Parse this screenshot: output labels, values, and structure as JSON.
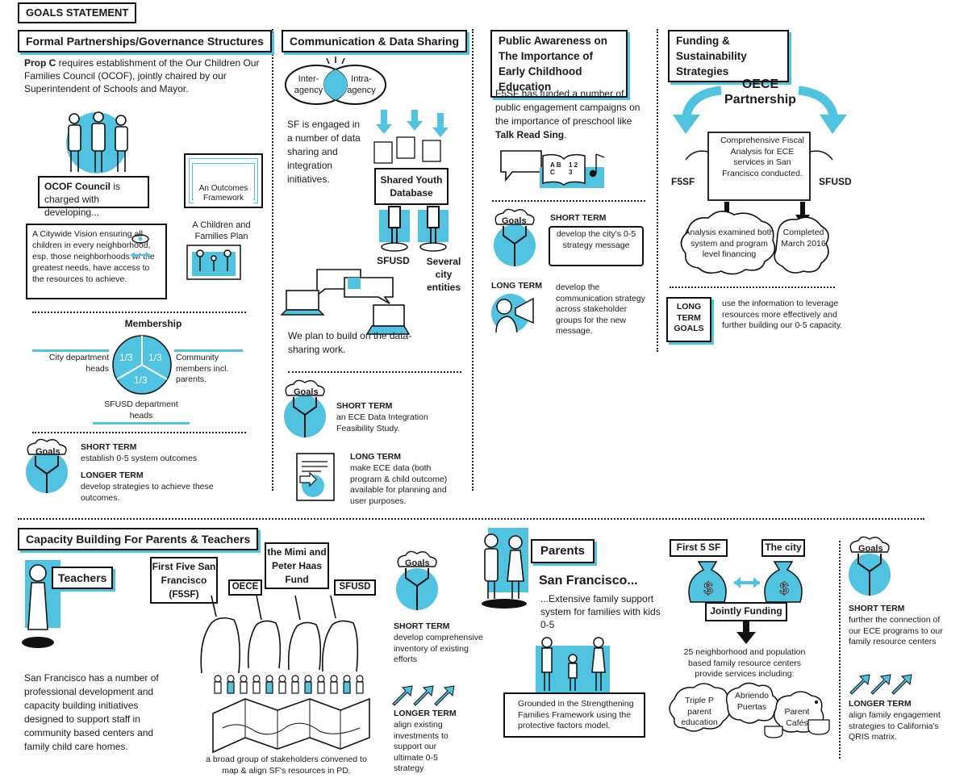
{
  "goals_statement": "GOALS STATEMENT",
  "formal": {
    "title": "Formal Partnerships/Governance Structures",
    "intro_bold": "Prop C",
    "intro_rest": " requires establishment of the Our Children Our Families Council (OCOF), jointly chaired by our Superintendent of Schools and Mayor.",
    "council_bold": "OCOF Council",
    "council_rest": " is charged with developing...",
    "outcomes_framework": "An Outcomes Framework",
    "children_plan": "A Children and Families Plan",
    "vision": "A Citywide Vision ensuring all children in every neighborhood, esp. those neighborhoods w/ the greatest needs, have access to the resources to achieve.",
    "membership": "Membership",
    "city_dept_heads": "City department heads",
    "community_members": "Community members incl. parents.",
    "sfusd_dept_heads": "SFUSD department heads",
    "pie_label": "1/3",
    "goals_label": "Goals",
    "short_term_label": "SHORT TERM",
    "short_term": "establish 0-5 system outcomes",
    "longer_term_label": "LONGER TERM",
    "longer_term": "develop strategies to achieve these outcomes."
  },
  "comm": {
    "title": "Communication & Data Sharing",
    "inter": "Inter-agency",
    "intra": "Intra-agency",
    "engaged": "SF is engaged in a number of data sharing and integration initiatives.",
    "shared_db": "Shared Youth Database",
    "sfusd": "SFUSD",
    "city_entities": "Several city entities",
    "plan": "We plan to build on the data-sharing work.",
    "goals_label": "Goals",
    "short_term_label": "SHORT TERM",
    "short_term": "an ECE Data Integration Feasibility Study.",
    "long_term_label": "LONG TERM",
    "long_term": "make ECE data (both program & child outcome) available for planning and user purposes."
  },
  "public": {
    "title": "Public Awareness on The Importance of Early Childhood Education",
    "text_pre": "F5SF has funded a number of public engagement campaigns on the importance of preschool like ",
    "text_bold": "Talk Read Sing",
    "text_post": ".",
    "book_abc": "A B C",
    "book_123": "1 2 3",
    "goals_label": "Goals",
    "short_term_label": "SHORT TERM",
    "short_term": "develop the city's 0-5 strategy message",
    "long_term_label": "LONG TERM",
    "long_term": "develop the communication strategy across stakeholder groups for the new message."
  },
  "funding": {
    "title": "Funding & Sustainability Strategies",
    "oece": "OECE Partnership",
    "f5sf": "F5SF",
    "sfusd": "SFUSD",
    "scroll": "Comprehensive Fiscal Analysis for ECE services in San Francisco conducted.",
    "cloud1": "Analysis examined both system and program level financing",
    "cloud2": "Completed March 2016",
    "long_term_goals": "LONG TERM GOALS",
    "long_term": "use the information to leverage resources more effectively and further building our 0-5 capacity."
  },
  "capacity": {
    "title": "Capacity Building For Parents & Teachers",
    "teachers": "Teachers",
    "teachers_text": "San Francisco has a number of professional development and capacity building initiatives designed to support staff in community based centers and family child care homes.",
    "first_five": "First Five San Francisco (F5SF)",
    "oece": "OECE",
    "haas": "the Mimi and Peter Haas Fund",
    "sfusd": "SFUSD",
    "stakeholders": "a broad group of stakeholders convened to map & align SF's resources in PD.",
    "goals_label": "Goals",
    "short_term_label": "SHORT TERM",
    "short_term": "develop comprehensive inventory of existing efforts",
    "longer_term_label": "LONGER TERM",
    "longer_term": "align existing investments to support our ultimate 0-5 strategy",
    "parents": "Parents",
    "sf": "San Francisco...",
    "support": "...Extensive family support system for families with kids 0-5",
    "grounded": "Grounded in the Strengthening Families Framework using the protective factors model.",
    "first5sf": "First 5 SF",
    "the_city": "The city",
    "jointly": "Jointly Funding",
    "centers": "25 neighborhood and population based family resource centers provide services including:",
    "triple_p": "Triple P parent education",
    "abriendo": "Abriendo Puertas",
    "cafes": "Parent Cafés",
    "goals_label2": "Goals",
    "short_term_label2": "SHORT TERM",
    "short_term2": "further the connection of our ECE programs to our family resource centers",
    "longer_term_label2": "LONGER TERM",
    "longer_term2": "align family engagement strategies to California's QRIS matrix."
  }
}
